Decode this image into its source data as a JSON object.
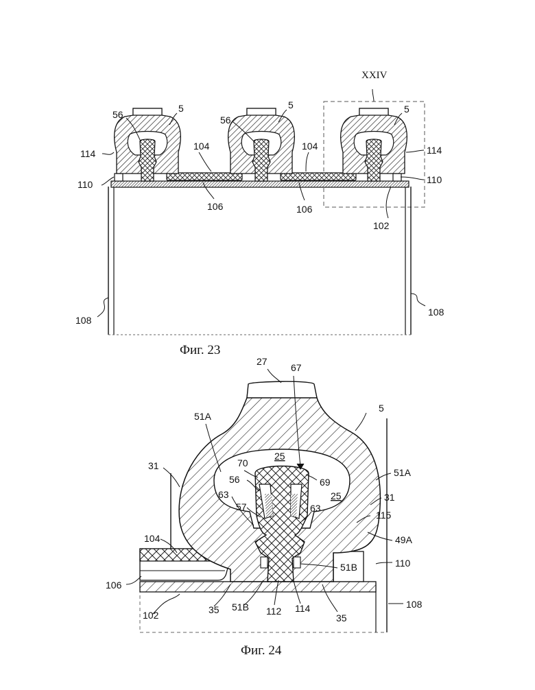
{
  "fig23": {
    "caption": "Фиг. 23",
    "labels": {
      "detail_ref": "XXIV",
      "profile_a": "5",
      "profile_b": "5",
      "profile_c": "5",
      "insert_a": "56",
      "insert_b": "56",
      "sheet_a": "104",
      "sheet_b": "104",
      "lining_a": "106",
      "lining_b": "106",
      "lip_l": "114",
      "lip_r": "114",
      "block_l": "110",
      "block_r": "110",
      "wall_l": "108",
      "wall_r": "108",
      "base": "102"
    }
  },
  "fig24": {
    "caption": "Фиг. 24",
    "labels": {
      "top": "27",
      "arrow": "67",
      "body": "5",
      "flank_l": "51A",
      "flank_r": "51A",
      "side_l": "31",
      "side_r": "31",
      "cavity_top": "25",
      "cavity_r": "25",
      "k70": "70",
      "k56": "56",
      "k69": "69",
      "k63l": "63",
      "k63r": "63",
      "k57": "57",
      "k115": "115",
      "k49a": "49A",
      "k104": "104",
      "k106": "106",
      "k51b_l": "51B",
      "k51b_r": "51B",
      "k110": "110",
      "k108": "108",
      "k102": "102",
      "k35l": "35",
      "k35r": "35",
      "k112": "112",
      "k114": "114"
    }
  }
}
